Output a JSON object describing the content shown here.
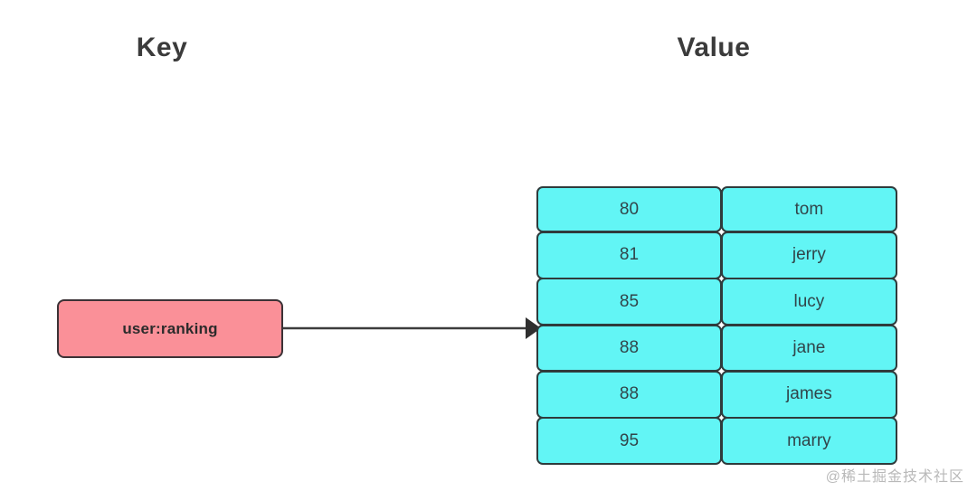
{
  "diagram": {
    "headers": {
      "key": "Key",
      "value": "Value"
    },
    "key_node": {
      "label": "user:ranking",
      "fill_color": "#fa9098",
      "border_color": "#3c3236"
    },
    "arrow": {
      "color": "#3c3c3c",
      "direction": "right"
    },
    "value_table": {
      "fill_color": "#62f5f5",
      "border_color": "#2f3b3c",
      "rows": [
        {
          "score": "80",
          "name": "tom"
        },
        {
          "score": "81",
          "name": "jerry"
        },
        {
          "score": "85",
          "name": "lucy"
        },
        {
          "score": "88",
          "name": "jane"
        },
        {
          "score": "88",
          "name": "james"
        },
        {
          "score": "95",
          "name": "marry"
        }
      ]
    },
    "watermark": "@稀土掘金技术社区"
  }
}
